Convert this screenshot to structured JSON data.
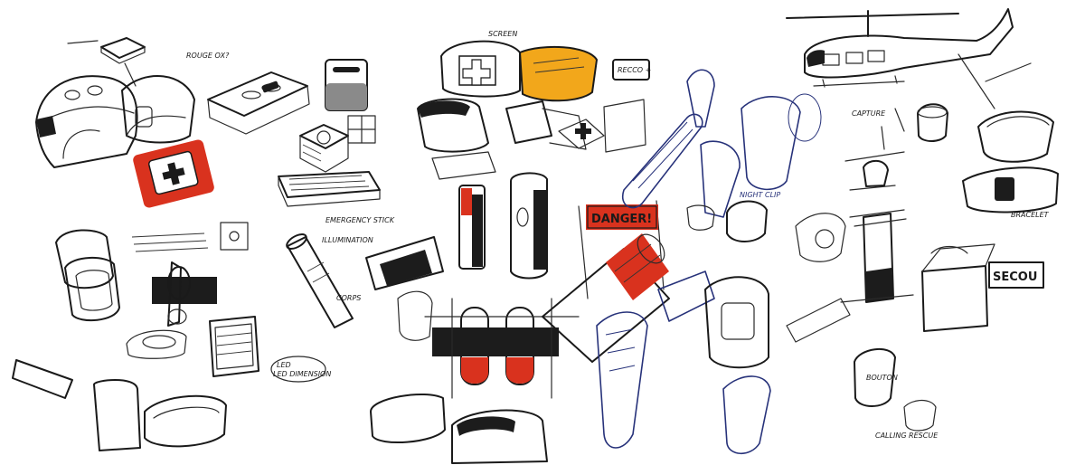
{
  "palette": {
    "ink": "#1a1a1a",
    "red_marker": "#d9321e",
    "orange_lens": "#f2a71b",
    "blue_ink": "#27327a",
    "paper": "#ffffff"
  },
  "labels": {
    "rouge_ox": "ROUGE OX?",
    "emergency_stick": "EMERGENCY STICK",
    "recco": "RECCO +",
    "screen": "SCREEN",
    "danger": "DANGER!",
    "night_clip": "NIGHT CLIP",
    "secou": "SECOU",
    "capture": "CAPTURE",
    "illumination": "ILLUMINATION",
    "corps": "CORPS",
    "led": "LED",
    "led_dimension": "LED DIMENSION",
    "bracelet": "BRACELET",
    "calling_rescue": "CALLING RESCUE",
    "bouton": "BOUTON"
  }
}
